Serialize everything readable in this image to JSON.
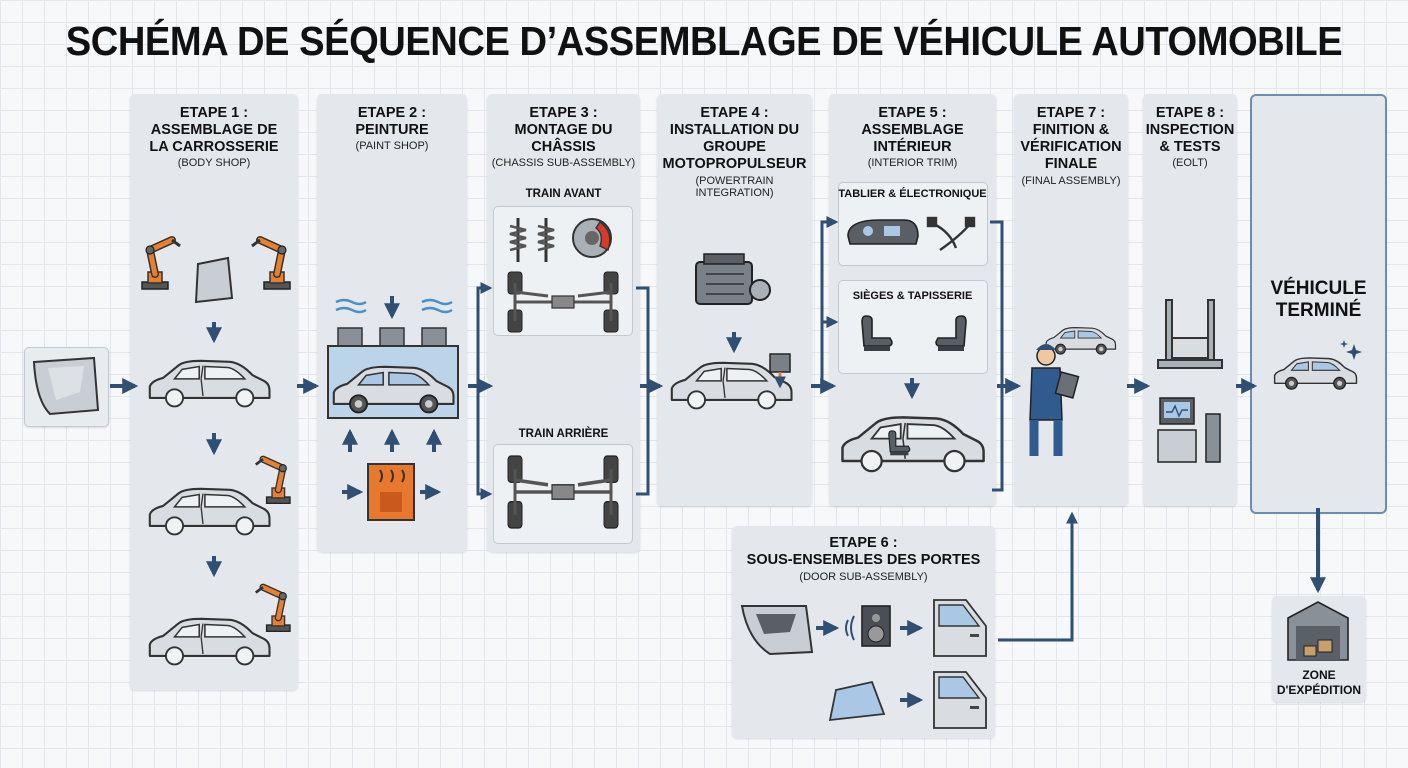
{
  "title": "SCHÉMA DE SÉQUENCE D’ASSEMBLAGE DE VÉHICULE AUTOMOBILE",
  "stages": {
    "s1": {
      "title": "ETAPE 1 :\nASSEMBLAGE DE\nLA CARROSSERIE",
      "subtitle": "(BODY SHOP)"
    },
    "s2": {
      "title": "ETAPE 2 :\nPEINTURE",
      "subtitle": "(PAINT SHOP)"
    },
    "s3": {
      "title": "ETAPE 3 :\nMONTAGE DU\nCHÂSSIS",
      "subtitle": "(CHASSIS SUB-ASSEMBLY)",
      "front": "TRAIN AVANT",
      "rear": "TRAIN ARRIÈRE"
    },
    "s4": {
      "title": "ETAPE 4 :\nINSTALLATION DU\nGROUPE\nMOTOPROPULSEUR",
      "subtitle": "(POWERTRAIN INTEGRATION)"
    },
    "s5": {
      "title": "ETAPE 5 :\nASSEMBLAGE\nINTÉRIEUR",
      "subtitle": "(INTERIOR TRIM)",
      "dash": "TABLIER & ÉLECTRONIQUE",
      "seats": "SIÈGES & TAPISSERIE"
    },
    "s6": {
      "title": "ETAPE 6 :\nSOUS-ENSEMBLES DES PORTES",
      "subtitle": "(DOOR SUB-ASSEMBLY)"
    },
    "s7": {
      "title": "ETAPE 7 :\nFINITION &\nVÉRIFICATION\nFINALE",
      "subtitle": "(FINAL ASSEMBLY)"
    },
    "s8": {
      "title": "ETAPE 8 :\nINSPECTION\n& TESTS",
      "subtitle": "(EOLT)"
    }
  },
  "final": {
    "title": "VÉHICULE\nTERMINÉ"
  },
  "shipping": {
    "label": "ZONE\nD'EXPÉDITION"
  },
  "colors": {
    "panel": "#e4e8ec",
    "arrow": "#2f4f75",
    "robot": "#e8802e",
    "car": "#d9dde2",
    "outline": "#333333",
    "glass": "#aac8e6",
    "heater": "#e8782e"
  },
  "icons": [
    "door-panel-icon",
    "welding-robot-icon",
    "car-body-icon",
    "spray-icon",
    "heater-icon",
    "shock-absorber-icon",
    "brake-disc-icon",
    "axle-icon",
    "engine-icon",
    "gearbox-icon",
    "dashboard-icon",
    "cable-icon",
    "seat-icon",
    "speaker-icon",
    "window-glass-icon",
    "car-door-icon",
    "inspector-icon",
    "test-rig-icon",
    "test-console-icon",
    "car-icon",
    "warehouse-icon"
  ]
}
